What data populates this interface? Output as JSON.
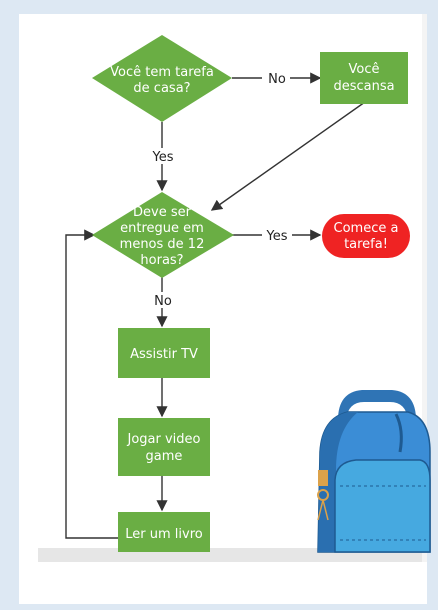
{
  "colors": {
    "node_green": "#6aae44",
    "node_red": "#ef2323",
    "edge": "#333333",
    "background": "#dde8f3"
  },
  "nodes": {
    "q_homework": {
      "lines": [
        "Você tem tarefa",
        "de casa?"
      ]
    },
    "rest": {
      "lines": [
        "Você",
        "descansa"
      ]
    },
    "q_due": {
      "lines": [
        "Deve ser",
        "entregue em",
        "menos de 12",
        "horas?"
      ]
    },
    "start_task": {
      "lines": [
        "Comece a",
        "tarefa!"
      ]
    },
    "watch_tv": {
      "lines": [
        "Assistir TV"
      ]
    },
    "play_game": {
      "lines": [
        "Jogar video",
        "game"
      ]
    },
    "read_book": {
      "lines": [
        "Ler um livro"
      ]
    }
  },
  "edges": {
    "no_top": "No",
    "yes_down": "Yes",
    "yes_right": "Yes",
    "no_down": "No"
  },
  "illustration": {
    "icon": "backpack-icon"
  }
}
